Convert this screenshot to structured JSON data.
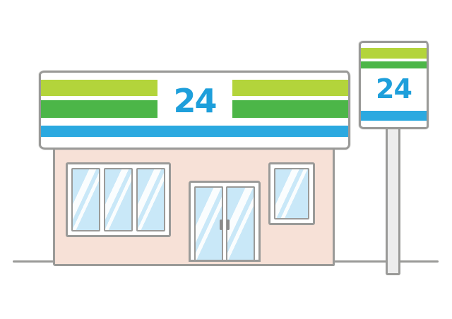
{
  "illustration": {
    "alt": "Cartoon convenience store facade with striped 24-hour sign band and a roadside pole sign",
    "labels": {
      "fascia_hours": "24",
      "sign_hours": "24"
    },
    "colors": {
      "lime": "#b3d43b",
      "green": "#4cb648",
      "cyan": "#2ba9e0",
      "text_blue": "#1e9fdb",
      "wall": "#f7e1d7",
      "glass": "#c9e8f8",
      "outline": "#9a9a98",
      "pole": "#ededed"
    }
  }
}
